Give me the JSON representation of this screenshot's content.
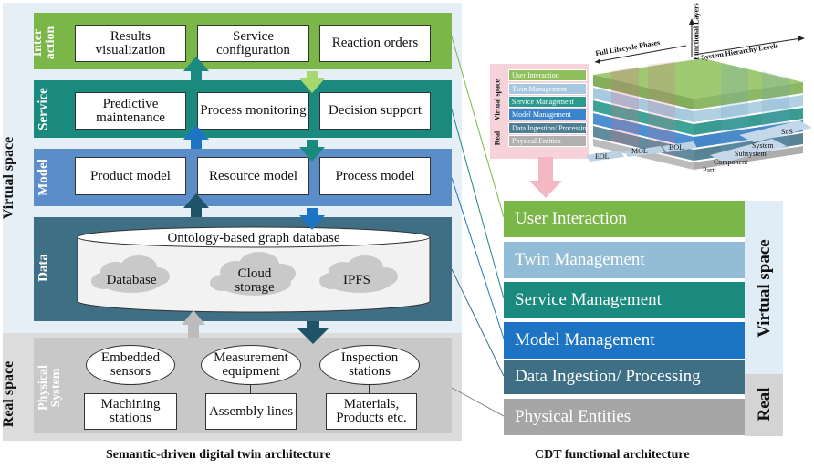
{
  "left": {
    "virtual_space_label": "Virtual space",
    "real_space_label": "Real space",
    "layers": {
      "interaction": {
        "label": "Inter action",
        "boxes": [
          "Results visualization",
          "Service configuration",
          "Reaction orders"
        ],
        "color": "#7ab648"
      },
      "service": {
        "label": "Service",
        "boxes": [
          "Predictive maintenance",
          "Process monitoring",
          "Decision support"
        ],
        "color": "#1a8a7e"
      },
      "model": {
        "label": "Model",
        "boxes": [
          "Product model",
          "Resource model",
          "Process model"
        ],
        "color": "#5b8dc9"
      },
      "data": {
        "label": "Data",
        "db_title": "Ontology-based graph database",
        "clouds": [
          "Database",
          "Cloud storage",
          "IPFS"
        ],
        "color": "#3e6f85"
      },
      "physical": {
        "label": "Physical System",
        "ellipses": [
          "Embedded sensors",
          "Measurement equipment",
          "Inspection stations"
        ],
        "boxes": [
          "Machining stations",
          "Assembly lines",
          "Materials, Products etc."
        ],
        "color": "#c8c8c8"
      }
    },
    "caption": "Semantic-driven digital twin architecture"
  },
  "right": {
    "cube": {
      "axis_lifecycle": "Full Lifecycle Phases",
      "axis_functional": "Functional Layers",
      "axis_hierarchy": "System Hierarchy Levels",
      "legend": [
        "User Interaction",
        "Twin Management",
        "Service Management",
        "Model Management",
        "Data Ingestion/ Processing",
        "Physical Entities"
      ],
      "side_virtual": "Virtual space",
      "side_real": "Real",
      "phases": [
        "EOL",
        "MOL",
        "BOL"
      ],
      "levels": [
        "SoS",
        "System",
        "Subsystem",
        "Component",
        "Part"
      ]
    },
    "functional_layers": [
      {
        "label": "User Interaction",
        "color": "#7ab648"
      },
      {
        "label": "Twin Management",
        "color": "#93bcd6"
      },
      {
        "label": "Service Management",
        "color": "#1a8a7e"
      },
      {
        "label": "Model Management",
        "color": "#1e74c4"
      },
      {
        "label": "Data Ingestion/ Processing",
        "color": "#3e6f85"
      },
      {
        "label": "Physical Entities",
        "color": "#a6a6a6"
      }
    ],
    "side_virtual": "Virtual space",
    "side_real": "Real",
    "caption": "CDT functional architecture"
  }
}
